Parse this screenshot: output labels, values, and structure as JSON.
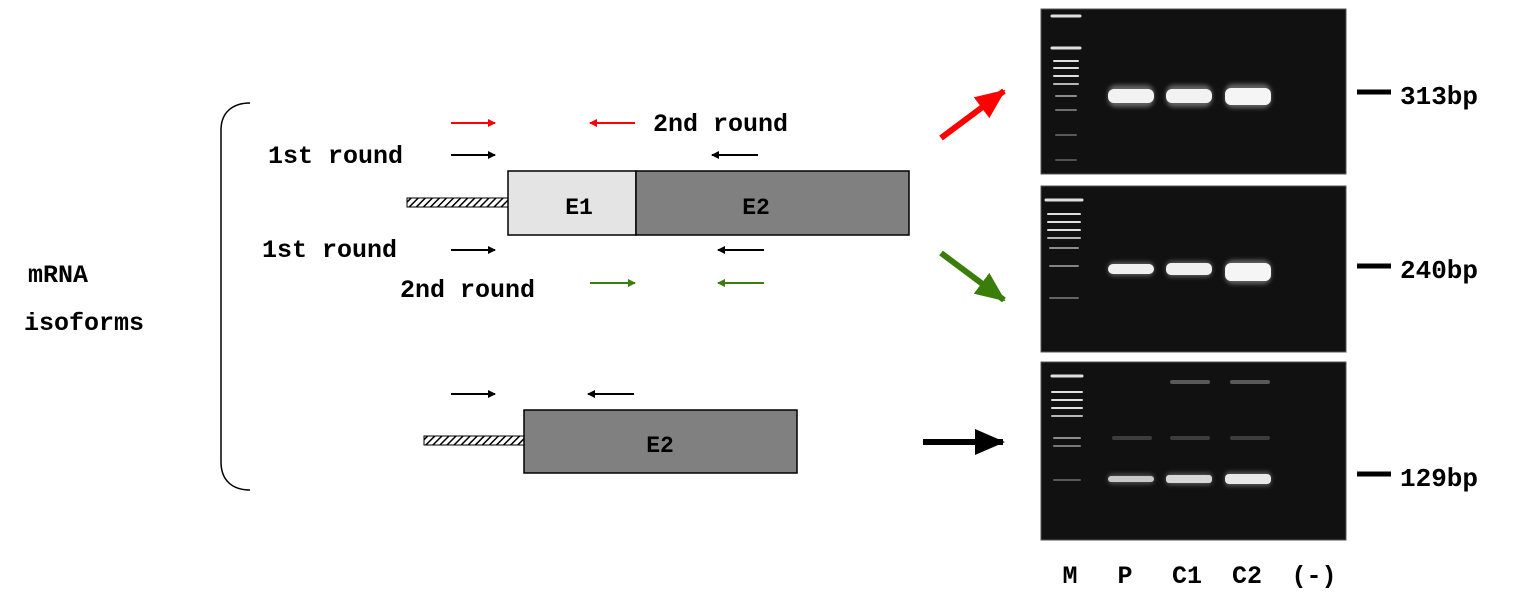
{
  "isoform_label": {
    "line1": "mRNA",
    "line2": "isoforms"
  },
  "primer_labels": {
    "top_second_round": "2nd round",
    "top_first_round": "1st round",
    "bottom_first_round": "1st round",
    "bottom_second_round": "2nd round"
  },
  "exons": {
    "e1": "E1",
    "e2_long": "E2",
    "e2_short": "E2"
  },
  "band_sizes": [
    "313bp",
    "240bp",
    "129bp"
  ],
  "lanes": [
    "M",
    "P",
    "C1",
    "C2",
    "(-)"
  ],
  "colors": {
    "red": "#ff0000",
    "green": "#3a7d0a",
    "black": "#000000",
    "exon1": "#e4e4e4",
    "exon2": "#808080"
  }
}
